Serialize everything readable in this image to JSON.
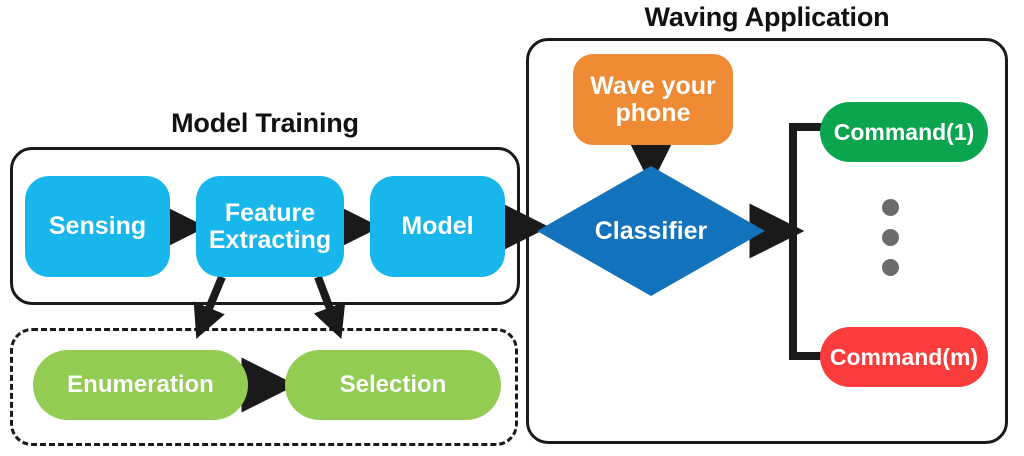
{
  "diagram": {
    "title_model_training": "Model Training",
    "title_waving_application": "Waving Application",
    "nodes": {
      "sensing": "Sensing",
      "feature_extracting": "Feature\nExtracting",
      "feature_extracting_line1": "Feature",
      "feature_extracting_line2": "Extracting",
      "model": "Model",
      "enumeration": "Enumeration",
      "selection": "Selection",
      "wave_your_phone_line1": "Wave your",
      "wave_your_phone_line2": "phone",
      "classifier": "Classifier",
      "command_first": "Command(1)",
      "command_last": "Command(m)"
    },
    "ellipsis": "• • •",
    "colors": {
      "blue_node": "#17B7EC",
      "green_node": "#92CC52",
      "orange_node": "#EF8B34",
      "classifier_blue": "#1372BC",
      "command_green": "#0BA550",
      "command_red": "#FA3C3C",
      "dot_gray": "#6B6B6B",
      "outline_black": "#1A1A1A",
      "background": "#FFFFFF"
    }
  }
}
